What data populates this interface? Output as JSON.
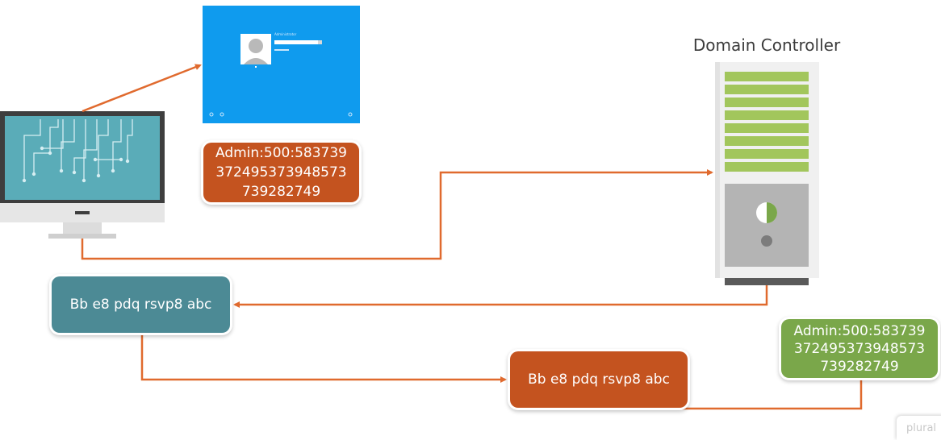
{
  "domain_controller": {
    "label": "Domain Controller"
  },
  "hash_box_client": {
    "lines": [
      "Admin:500:583739",
      "372495373948573",
      "739282749"
    ]
  },
  "hash_box_dc": {
    "lines": [
      "Admin:500:583739",
      "372495373948573",
      "739282749"
    ]
  },
  "challenge_box_client": {
    "text": "Bb e8 pdq rsvp8 abc"
  },
  "challenge_box_result": {
    "text": "Bb e8 pdq rsvp8 abc"
  },
  "login_screen": {
    "username": "Administrator"
  },
  "watermark": {
    "text": "plural"
  },
  "colors": {
    "arrow": "#e06a2e",
    "orange_box": "#c4531f",
    "green_box": "#7aa74a",
    "teal_box": "#4c8a95",
    "login_blue": "#0f9bee",
    "server_green": "#a2c65c",
    "monitor_screen": "#5aacb8"
  }
}
